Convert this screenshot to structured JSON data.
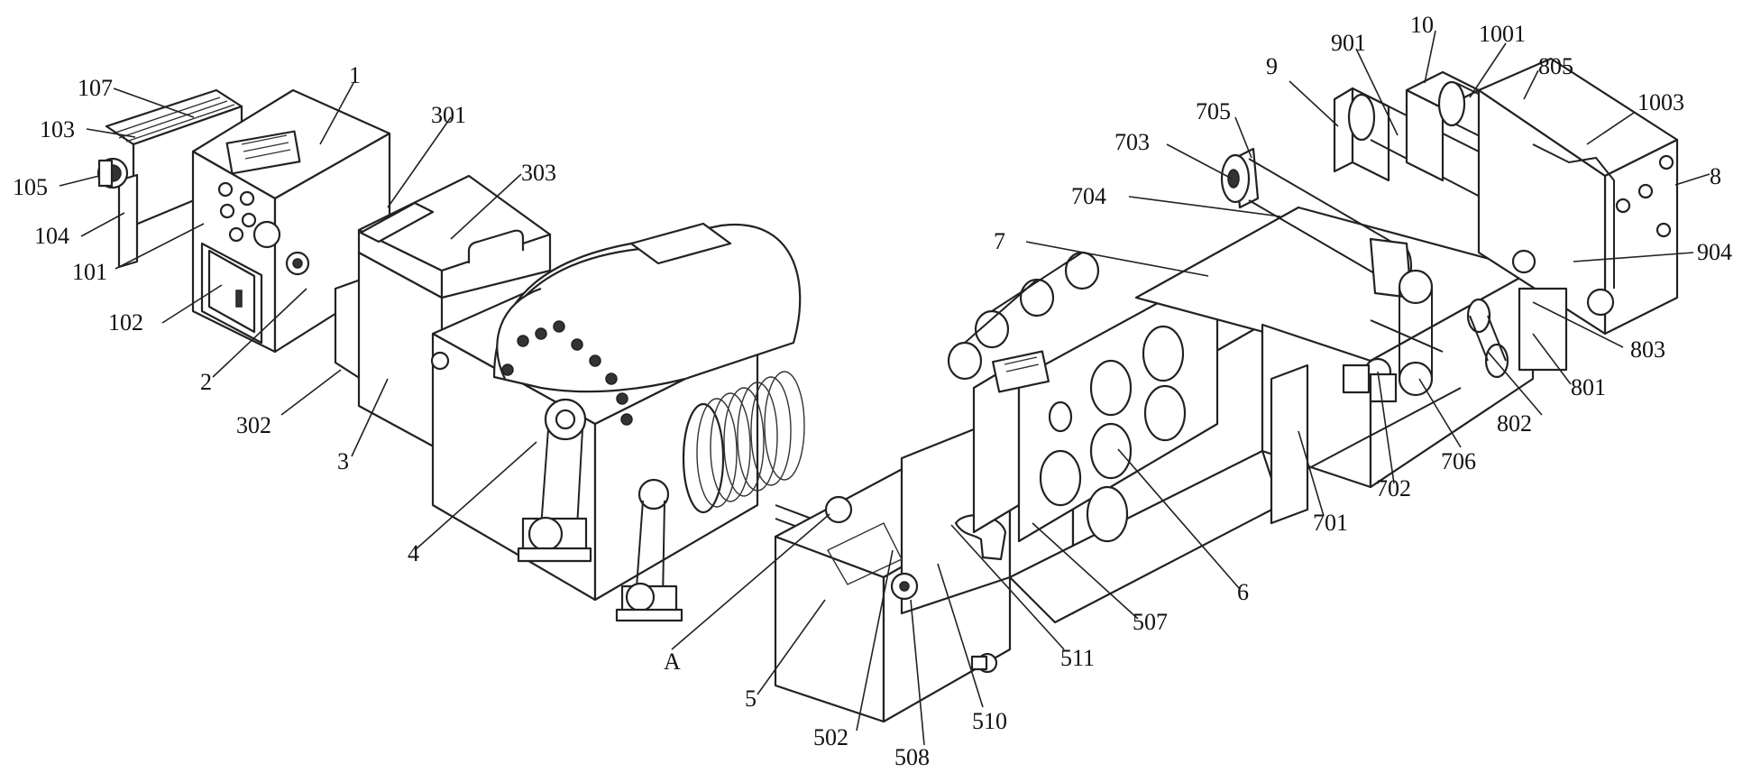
{
  "figure": {
    "labels": [
      "1",
      "101",
      "102",
      "103",
      "104",
      "105",
      "107",
      "2",
      "3",
      "301",
      "302",
      "303",
      "4",
      "A",
      "5",
      "502",
      "508",
      "510",
      "511",
      "507",
      "6",
      "7",
      "701",
      "702",
      "703",
      "704",
      "705",
      "706",
      "8",
      "801",
      "802",
      "803",
      "805",
      "9",
      "901",
      "904",
      "10",
      "1001",
      "1003"
    ]
  }
}
